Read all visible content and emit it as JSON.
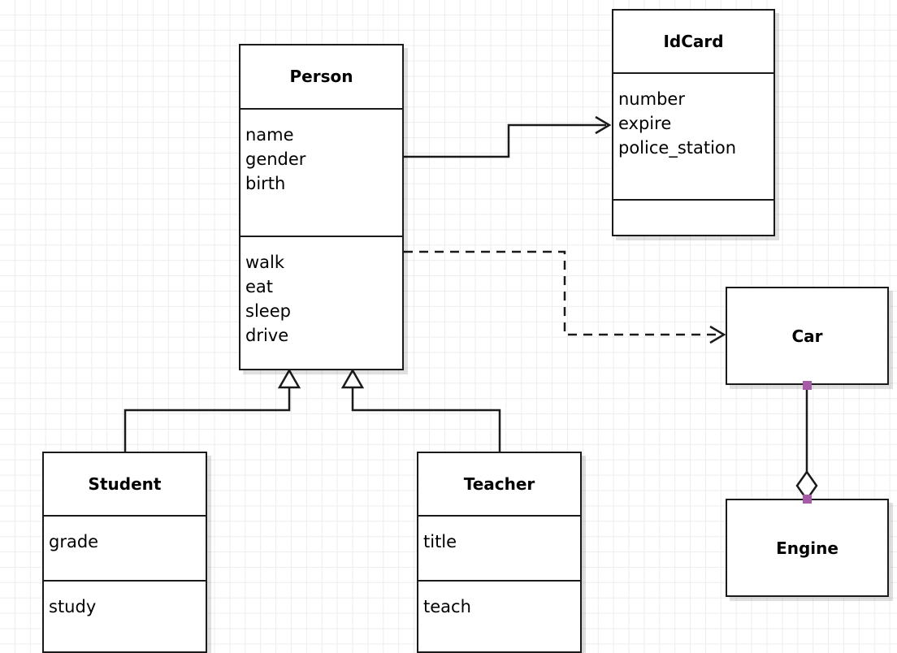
{
  "diagram": {
    "type": "uml-class-diagram",
    "background": "#ffffff",
    "grid_color": "#ededed",
    "line_color": "#1a1a1a",
    "handle_color": "#a65ba6"
  },
  "classes": {
    "person": {
      "name": "Person",
      "attributes": [
        "name",
        "gender",
        "birth"
      ],
      "methods": [
        "walk",
        "eat",
        "sleep",
        "drive"
      ]
    },
    "idcard": {
      "name": "IdCard",
      "attributes": [
        "number",
        "expire",
        "police_station"
      ],
      "methods": []
    },
    "student": {
      "name": "Student",
      "attributes": [
        "grade"
      ],
      "methods": [
        "study"
      ]
    },
    "teacher": {
      "name": "Teacher",
      "attributes": [
        "title"
      ],
      "methods": [
        "teach"
      ]
    },
    "car": {
      "name": "Car",
      "attributes": [],
      "methods": []
    },
    "engine": {
      "name": "Engine",
      "attributes": [],
      "methods": []
    }
  },
  "relations": [
    {
      "id": "person-idcard",
      "kind": "association",
      "from": "Person",
      "to": "IdCard",
      "style": "solid",
      "arrowhead": "open"
    },
    {
      "id": "person-car",
      "kind": "dependency",
      "from": "Person",
      "to": "Car",
      "style": "dashed",
      "arrowhead": "open"
    },
    {
      "id": "student-person",
      "kind": "generalization",
      "from": "Student",
      "to": "Person",
      "style": "solid",
      "arrowhead": "hollow-triangle"
    },
    {
      "id": "teacher-person",
      "kind": "generalization",
      "from": "Teacher",
      "to": "Person",
      "style": "solid",
      "arrowhead": "hollow-triangle"
    },
    {
      "id": "car-engine",
      "kind": "aggregation",
      "from": "Car",
      "to": "Engine",
      "style": "solid",
      "arrowhead": "hollow-diamond",
      "selected": true
    }
  ]
}
